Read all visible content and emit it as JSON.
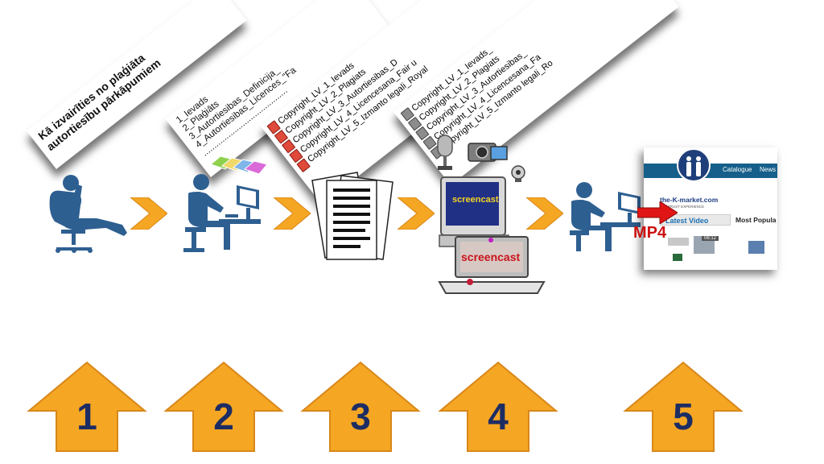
{
  "cards": {
    "intro": {
      "line1": "Kā izvairīties no plaģiāta",
      "line2": "autortiesību pārkāpumiem"
    },
    "contents": {
      "items": [
        "1_Ievads",
        "2_Plaģiāts",
        "3_Autortiesibas_Definicija_",
        "4_Autortiesibas_Licences_\"Fa"
      ],
      "dots": "........................................."
    },
    "files_red": [
      "Copyright_LV_1_Ievads",
      "Copyright_LV_2_Plagiats",
      "Copyright_LV_3_Autortiesibas_D",
      "Copyright_LV_4_Licencesana_Fair u",
      "Copyright_LV_5_Izmanto legali_Royal"
    ],
    "files_grey": [
      "Copyright_LV_1_Ievads_",
      "Copyright_LV_2_Plagiats",
      "Copyright_LV_3_Autortiesibas_",
      "Copyright_LV_4_Licencesana_Fa",
      "Copyright_LV_5_Izmanto legali_Ro"
    ]
  },
  "computer": {
    "screen_label": "screencast",
    "laptop_label": "screencast"
  },
  "output": {
    "format_label": "MP4"
  },
  "website": {
    "nav_catalogue": "Catalogue",
    "nav_news": "News",
    "brand": "the-K-market.com",
    "tagline": "TRUST EXPERIENCE",
    "tab_latest": "Latest Video",
    "tab_popular": "Most Popula",
    "duration": "06:12"
  },
  "steps": [
    "1",
    "2",
    "3",
    "4",
    "5"
  ],
  "colors": {
    "arrow_orange": "#f5a623",
    "number_navy": "#1d2d63",
    "person_blue": "#2e5f91",
    "accent_red": "#cc1111"
  },
  "icons": [
    "thinking-person-icon",
    "person-at-computer-icon",
    "documents-icon",
    "microphone-icon",
    "camera-icon",
    "webcam-icon",
    "desktop-computer-icon",
    "laptop-icon",
    "website-screenshot"
  ]
}
